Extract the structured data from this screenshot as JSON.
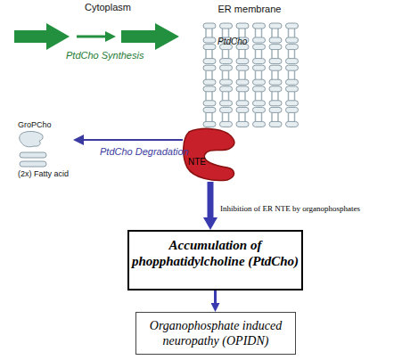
{
  "diagram": {
    "nodes": [
      {
        "text": [
          "ER membrane",
          "PtdCho"
        ]
      },
      {
        "text": [
          "NTE"
        ]
      },
      {
        "text": [
          "Accumulation of phopphatidylcholine (PtdCho)"
        ]
      },
      {
        "text": [
          "Organophosphate induced neuropathy (OPIDN)"
        ]
      }
    ],
    "edges": [
      {
        "from": 1,
        "to": 2,
        "arrow": "to",
        "label": "Inhibition of ER NTE by organophosphates"
      },
      {
        "from": 2,
        "to": 3,
        "arrow": "to"
      }
    ],
    "labels": [
      "Cytoplasm",
      "PtdCho Synthesis",
      "GroPCho",
      "(2x) Fatty acid",
      "PtdCho Degradation"
    ]
  }
}
